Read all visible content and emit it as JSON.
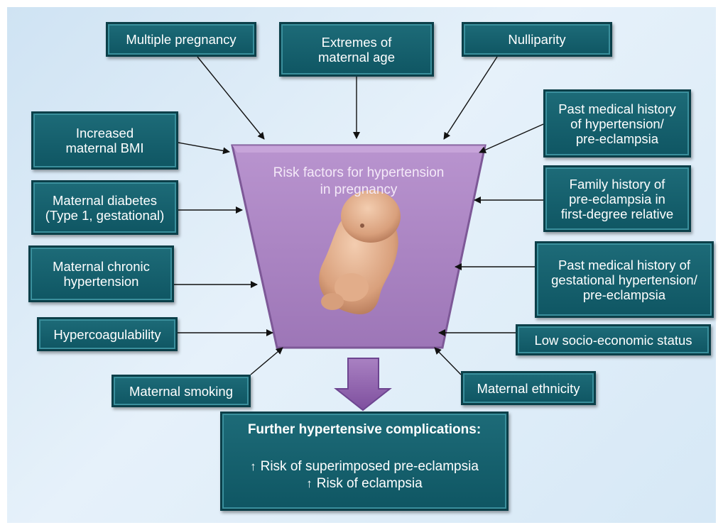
{
  "center_label": "Risk factors for hypertension\nin pregnancy",
  "factors": {
    "multiple_pregnancy": "Multiple pregnancy",
    "extremes_age": "Extremes of\nmaternal age",
    "nulliparity": "Nulliparity",
    "past_history_hypertension": "Past medical history\nof hypertension/\npre-eclampsia",
    "increased_bmi": "Increased\nmaternal BMI",
    "family_history": "Family history of\npre-eclampsia in\nfirst-degree relative",
    "maternal_diabetes": "Maternal diabetes\n(Type 1, gestational)",
    "chronic_hypertension": "Maternal chronic\nhypertension",
    "past_gestational": "Past medical history of\ngestational hypertension/\npre-eclampsia",
    "hypercoagulability": "Hypercoagulability",
    "low_ses": "Low socio-economic status",
    "maternal_smoking": "Maternal smoking",
    "maternal_ethnicity": "Maternal ethnicity"
  },
  "outcome": {
    "title": "Further hypertensive complications:",
    "line1": "Risk of superimposed pre-eclampsia",
    "line2": "Risk of eclampsia"
  },
  "colors": {
    "box_fill": "#13606c",
    "funnel_fill": "#a67fbf",
    "background": "#dbeaf6"
  }
}
